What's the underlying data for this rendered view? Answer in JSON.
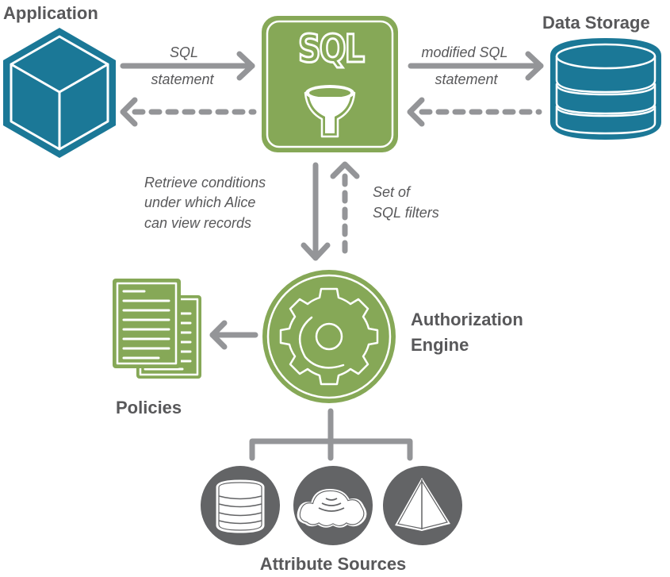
{
  "colors": {
    "teal": "#1b7897",
    "green": "#86a857",
    "gray_arrow": "#949598",
    "dark_gray": "#636466",
    "text": "#58585a"
  },
  "nodes": {
    "application": {
      "title": "Application",
      "icon": "cube-icon"
    },
    "sql_filter": {
      "icon_text": "SQL",
      "icon": "sql-funnel-icon"
    },
    "data_storage": {
      "title": "Data Storage",
      "icon": "database-icon"
    },
    "authorization_engine": {
      "title_line1": "Authorization",
      "title_line2": "Engine",
      "icon": "gear-icon"
    },
    "policies": {
      "title": "Policies",
      "icon": "documents-icon"
    },
    "attribute_sources": {
      "title": "Attribute Sources",
      "icons": [
        "database-icon",
        "cloud-icon",
        "pyramid-icon"
      ]
    }
  },
  "edges": {
    "app_to_sql": {
      "line1": "SQL",
      "line2": "statement"
    },
    "sql_to_storage": {
      "line1": "modified SQL",
      "line2": "statement"
    },
    "retrieve_conditions": {
      "line1": "Retrieve conditions",
      "line2": "under which Alice",
      "line3": "can view records"
    },
    "sql_filters": {
      "line1": "Set of",
      "line2": "SQL filters"
    }
  }
}
